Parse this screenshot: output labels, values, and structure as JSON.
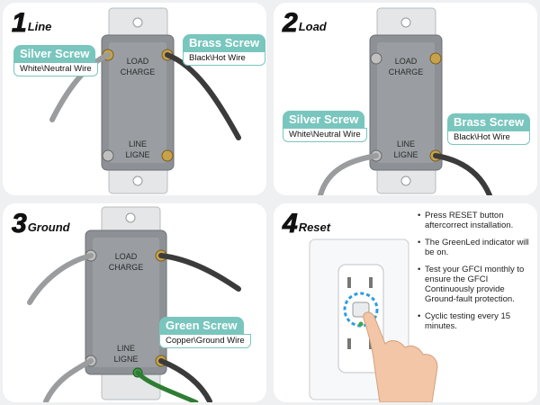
{
  "panels": {
    "line": {
      "number": "1",
      "title": "Line",
      "silver": {
        "head": "Silver Screw",
        "sub": "White\\Neutral Wire"
      },
      "brass": {
        "head": "Brass Screw",
        "sub": "Black\\Hot Wire"
      }
    },
    "load": {
      "number": "2",
      "title": "Load",
      "silver": {
        "head": "Silver Screw",
        "sub": "White\\Neutral Wire"
      },
      "brass": {
        "head": "Brass Screw",
        "sub": "Black\\Hot Wire"
      }
    },
    "ground": {
      "number": "3",
      "title": "Ground",
      "green": {
        "head": "Green Screw",
        "sub": "Copper\\Ground Wire"
      }
    },
    "reset": {
      "number": "4",
      "title": "Reset",
      "steps": [
        "Press RESET button aftercorrect installation.",
        "The GreenLed indicator will be on.",
        "Test your GFCI monthly to ensure the GFCI Continuously provide Ground-fault protection.",
        "Cyclic testing every 15 minutes."
      ]
    }
  },
  "device_labels": {
    "load": "LOAD",
    "charge": "CHARGE",
    "line": "LINE",
    "ligne": "LIGNE"
  },
  "colors": {
    "accent": "#79c6be",
    "panel_bg": "#ffffff",
    "page_bg": "#eef0f1",
    "device_body": "#8d9196",
    "strap": "#e4e6e8",
    "brass": "#c8a24a",
    "neutral_wire": "#9a9c9e",
    "hot_wire": "#3b3b3b",
    "ground_wire": "#2f7d32"
  }
}
